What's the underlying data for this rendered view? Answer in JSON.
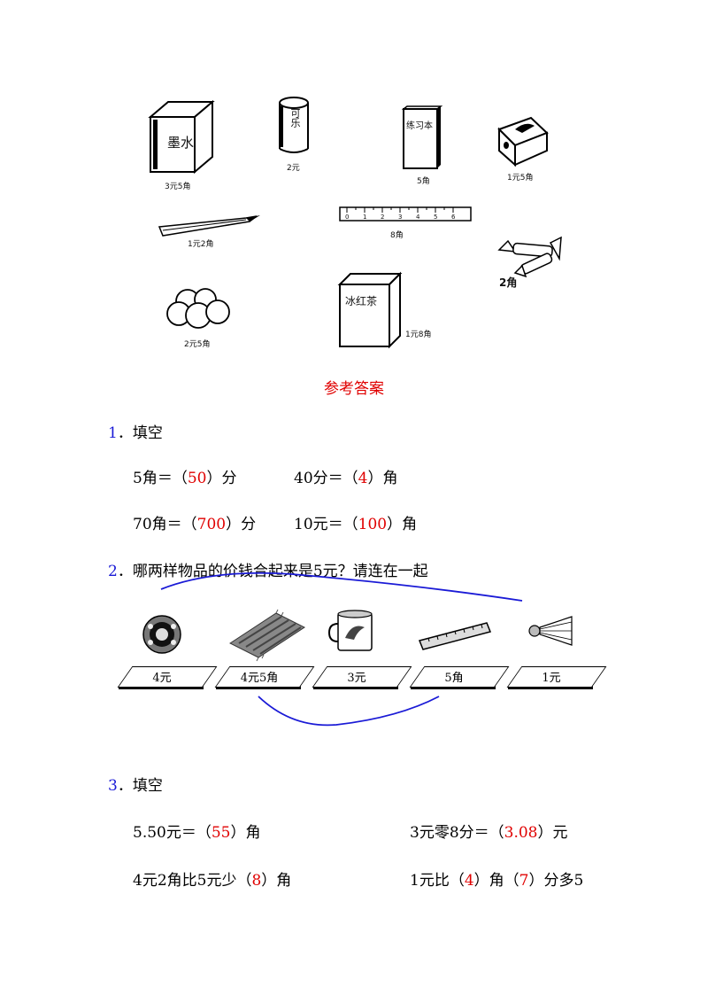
{
  "items_top": [
    {
      "label": "墨水",
      "price": "3元5角"
    },
    {
      "label": "可乐",
      "price": "2元"
    },
    {
      "label": "练习本",
      "price": "5角"
    },
    {
      "label": "",
      "price": "1元5角"
    },
    {
      "label": "",
      "price": "1元2角"
    },
    {
      "label": "",
      "price": "8角"
    },
    {
      "label": "",
      "price": "2角"
    },
    {
      "label": "",
      "price": "2元5角"
    },
    {
      "label": "冰红茶",
      "price": "1元8角"
    }
  ],
  "ruler_ticks": [
    "0",
    "1",
    "2",
    "3",
    "4",
    "5",
    "6"
  ],
  "answer_title": "参考答案",
  "q1": {
    "num": "1",
    "title": "．填空",
    "rows": [
      {
        "a_pre": "5角＝（",
        "a_ans": "50",
        "a_post": "）分",
        "b_pre": "40分＝（",
        "b_ans": "4",
        "b_post": "）角"
      },
      {
        "a_pre": "70角＝（",
        "a_ans": "700",
        "a_post": "）分",
        "b_pre": "10元＝（",
        "b_ans": "100",
        "b_post": "）角"
      }
    ]
  },
  "q2": {
    "num": "2",
    "title": "．哪两样物品的价钱合起来是5元？请连在一起",
    "tags": [
      "4元",
      "4元5角",
      "3元",
      "5角",
      "1元"
    ]
  },
  "q3": {
    "num": "3",
    "title": "．填空",
    "rows": [
      {
        "a_pre": "5.50元＝（",
        "a_ans": "55",
        "a_post": "）角",
        "b_pre": "3元零8分＝（",
        "b_ans": "3.08",
        "b_post": "）元"
      },
      {
        "a_pre": "4元2角比5元少（",
        "a_ans": "8",
        "a_post": "）角",
        "b_pre": "1元比（",
        "b_ans": "4",
        "b_mid": "）角（",
        "b_ans2": "7",
        "b_post": "）分多5"
      }
    ]
  },
  "colors": {
    "answer": "#e00000",
    "number": "#1a1ad6",
    "pen": "#1a1ad6"
  }
}
